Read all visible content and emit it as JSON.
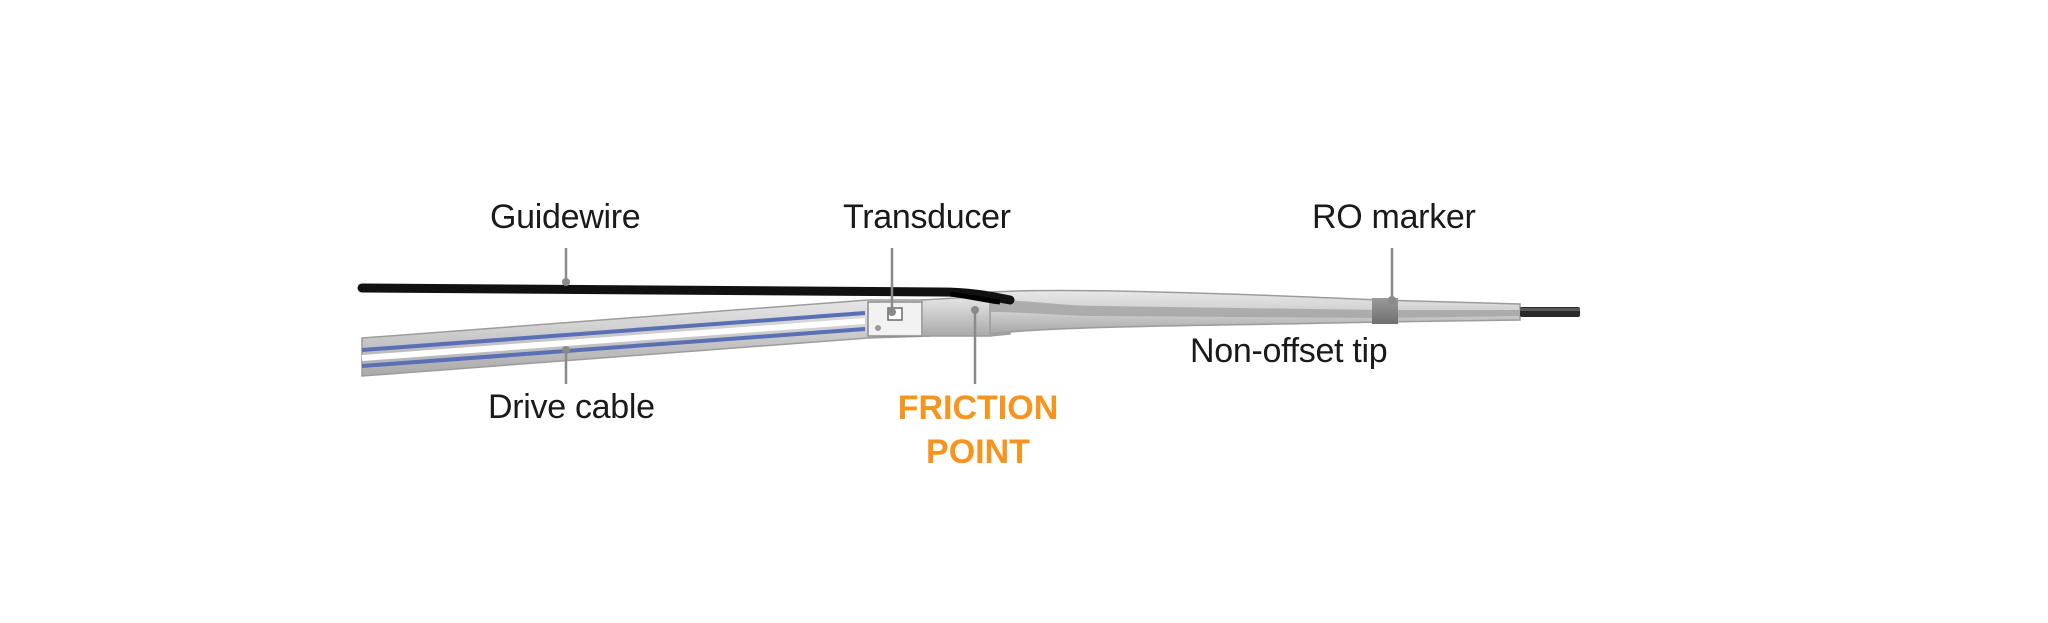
{
  "colors": {
    "accent": "#f7941d",
    "text": "#1a1a1a",
    "leader": "#8a8a8a",
    "catheter_body": "#c8c8c8",
    "guidewire": "#111111",
    "drive_cable_blue": "#5a6fb5"
  },
  "labels": {
    "guidewire": "Guidewire",
    "transducer": "Transducer",
    "ro_marker": "RO marker",
    "drive_cable": "Drive cable",
    "non_offset_tip": "Non-offset tip",
    "friction_line1": "FRICTION",
    "friction_line2": "POINT"
  }
}
